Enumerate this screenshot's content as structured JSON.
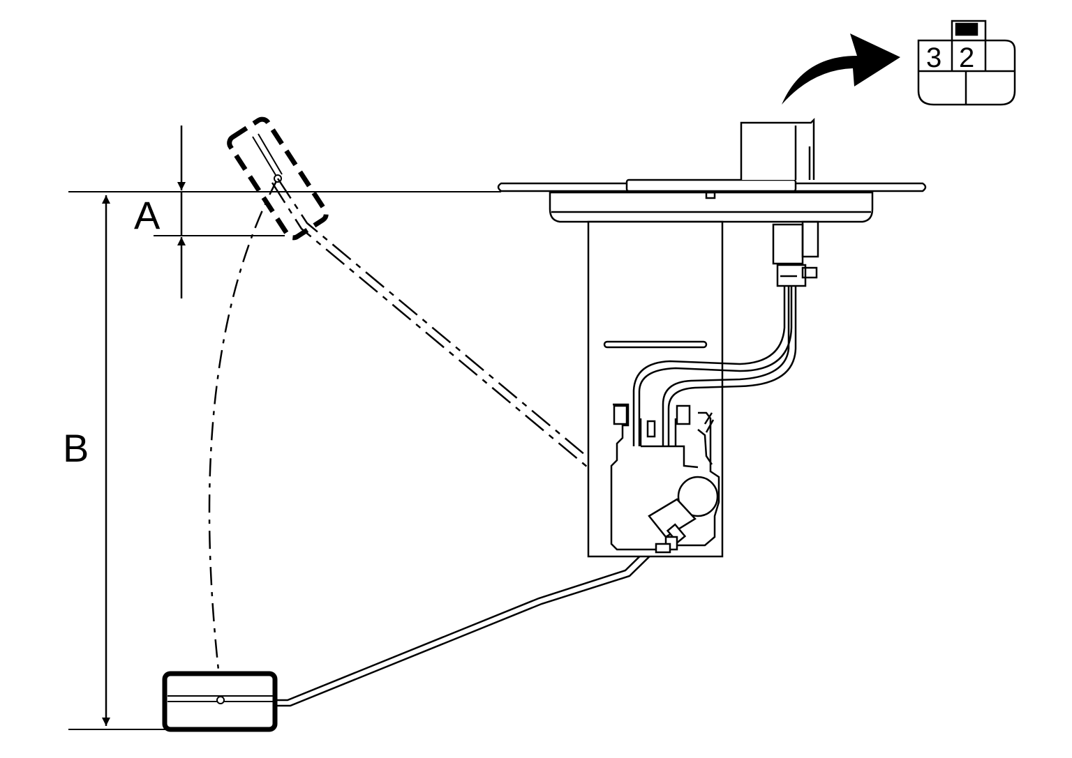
{
  "dimensions": {
    "a_label": "A",
    "b_label": "B"
  },
  "connector": {
    "pin_left": "3",
    "pin_right": "2"
  },
  "colors": {
    "ink": "#000000",
    "background": "#ffffff"
  }
}
